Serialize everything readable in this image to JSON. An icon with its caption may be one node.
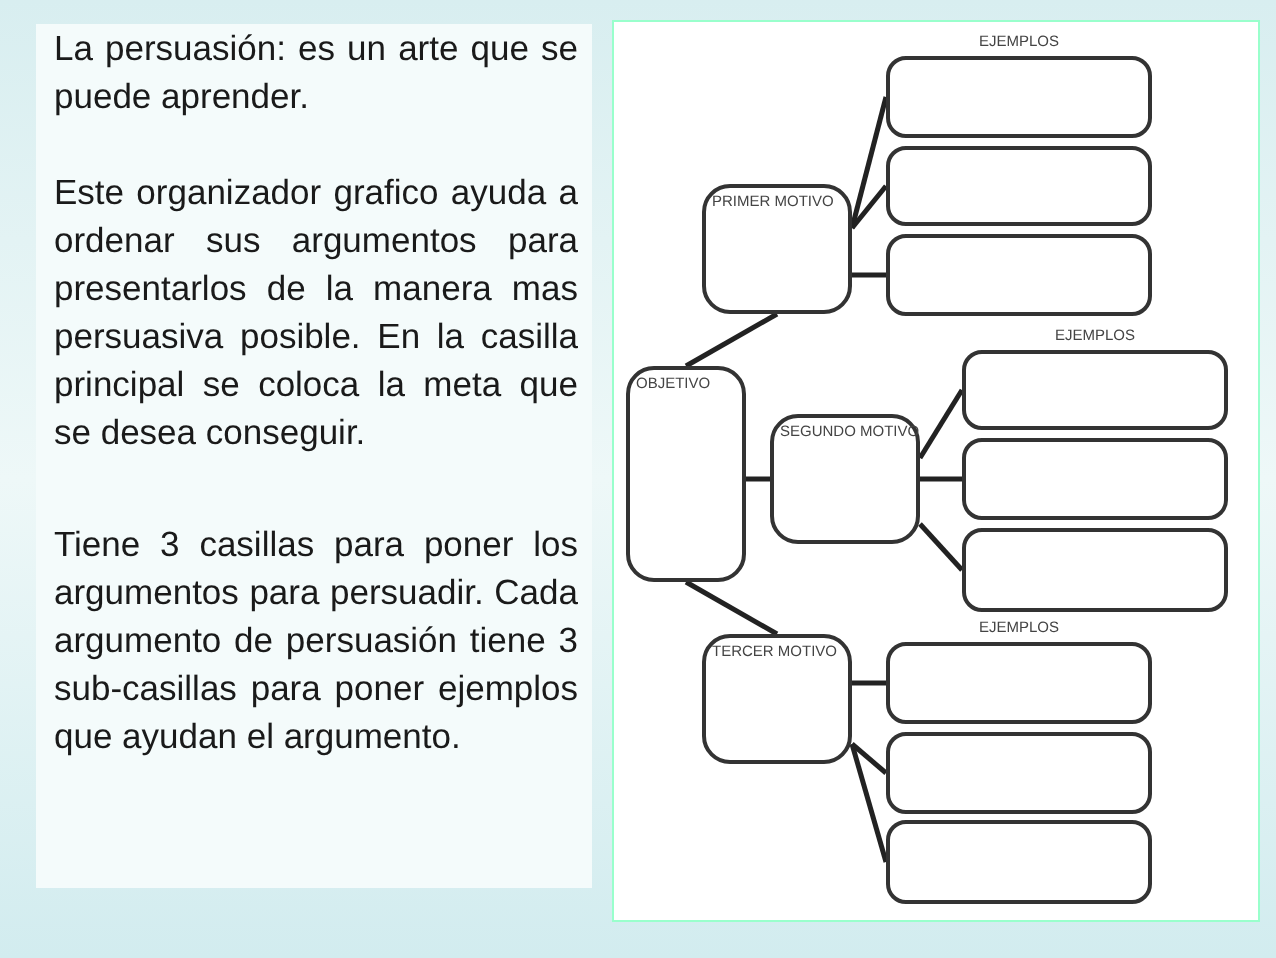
{
  "diagram": {
    "nodes": [
      {
        "text": [
          "OBJETIVO"
        ]
      },
      {
        "text": [
          "PRIMER MOTIVO"
        ]
      },
      {
        "text": [],
        "shape": "box",
        "beside": [
          "EJEMPLOS"
        ]
      },
      {
        "text": [],
        "shape": "box"
      },
      {
        "text": [],
        "shape": "box"
      },
      {
        "text": [
          "SEGUNDO MOTIVO"
        ]
      },
      {
        "text": [],
        "shape": "box",
        "beside": [
          "EJEMPLOS"
        ]
      },
      {
        "text": [],
        "shape": "box"
      },
      {
        "text": [],
        "shape": "box"
      },
      {
        "text": [
          "TERCER MOTIVO"
        ]
      },
      {
        "text": [],
        "shape": "box",
        "beside": [
          "EJEMPLOS"
        ]
      },
      {
        "text": [],
        "shape": "box"
      },
      {
        "text": [],
        "shape": "box"
      }
    ],
    "edges": [
      {
        "from": 0,
        "to": 1,
        "arrow": "none"
      },
      {
        "from": 0,
        "to": 5,
        "arrow": "none"
      },
      {
        "from": 0,
        "to": 9,
        "arrow": "none"
      },
      {
        "from": 1,
        "to": 2,
        "arrow": "none"
      },
      {
        "from": 1,
        "to": 3,
        "arrow": "none"
      },
      {
        "from": 1,
        "to": 4,
        "arrow": "none"
      },
      {
        "from": 5,
        "to": 6,
        "arrow": "none"
      },
      {
        "from": 5,
        "to": 7,
        "arrow": "none"
      },
      {
        "from": 5,
        "to": 8,
        "arrow": "none"
      },
      {
        "from": 9,
        "to": 10,
        "arrow": "none"
      },
      {
        "from": 9,
        "to": 11,
        "arrow": "none"
      },
      {
        "from": 9,
        "to": 12,
        "arrow": "none"
      }
    ],
    "labels": [
      "La persuasión: es un arte que se puede aprender.",
      "Este organizador grafico ayuda a ordenar sus argumentos para presentarlos de la manera mas persuasiva posible. En la casilla principal se coloca la meta que se desea conseguir.",
      "Tiene 3 casillas para poner los argumentos para persuadir. Cada argumento de persuasión tiene 3 sub-casillas para poner ejemplos que ayudan el argumento."
    ]
  }
}
